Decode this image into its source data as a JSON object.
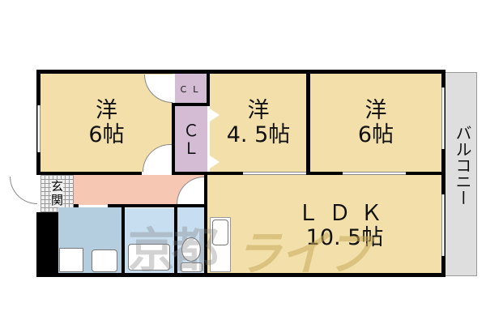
{
  "floor_plan": {
    "rooms": [
      {
        "id": "western-room-1",
        "type": "洋",
        "size": "6帖"
      },
      {
        "id": "closet-small",
        "label": "ＣＬ"
      },
      {
        "id": "closet-tall",
        "label_top": "Ｃ",
        "label_bottom": "Ｌ"
      },
      {
        "id": "western-room-2",
        "type": "洋",
        "size": "4. 5帖"
      },
      {
        "id": "western-room-3",
        "type": "洋",
        "size": "6帖"
      },
      {
        "id": "ldk",
        "type": "ＬＤＫ",
        "size": "10. 5帖"
      },
      {
        "id": "entrance",
        "label_top": "玄",
        "label_bottom": "関"
      },
      {
        "id": "balcony",
        "label": "バルコニー"
      }
    ],
    "watermark": {
      "kanji": "京都",
      "katakana": "ライフ"
    },
    "colors": {
      "room": "#f2dfaa",
      "closet": "#d4bcd4",
      "hallway": "#f6c8b4",
      "wet_area": "#b4cee0",
      "balcony": "#dedede",
      "wall": "#000000"
    }
  }
}
